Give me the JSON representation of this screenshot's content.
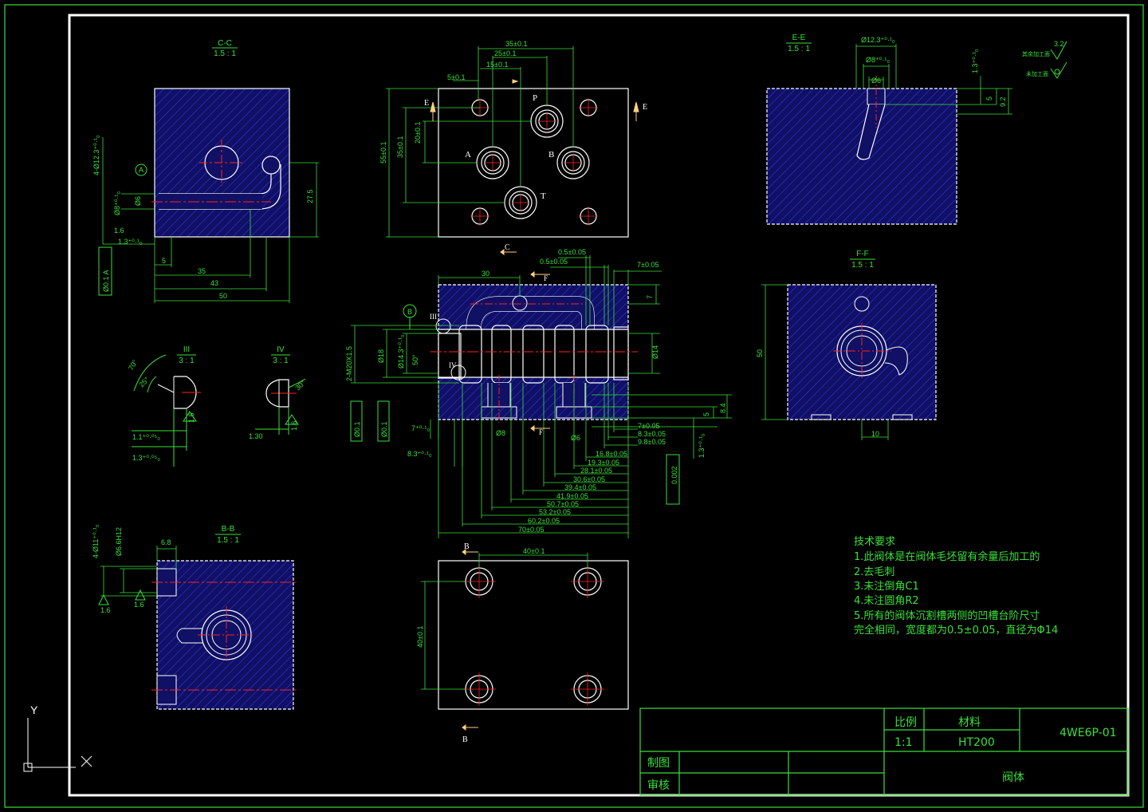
{
  "views": {
    "cc": {
      "title": "C-C",
      "scale": "1.5 : 1",
      "dims": [
        "5",
        "35",
        "43",
        "50",
        "27.5",
        "Ø6",
        "Ø8⁺⁰·¹₀",
        "4-Ø12.3⁺⁰·¹₀",
        "1.3⁺⁰·¹₀",
        "1.6",
        "A",
        "Ø0.1 A"
      ]
    },
    "top": {
      "dims": [
        "35±0.1",
        "25±0.1",
        "15±0.1",
        "5±0.1",
        "55±0.1",
        "35±0.1",
        "20±0.1"
      ],
      "ports": [
        "P",
        "A",
        "B",
        "T"
      ],
      "section": [
        "E",
        "E",
        "C"
      ]
    },
    "ee": {
      "title": "E-E",
      "scale": "1.5 : 1",
      "dims": [
        "Ø12.3⁺⁰·¹₀",
        "Ø8⁺⁰·¹₀",
        "Ø6",
        "1.3⁺⁰·¹₀",
        "5",
        "9.2"
      ],
      "finish": [
        "其余加工面",
        "未加工面",
        "3.2"
      ]
    },
    "ff": {
      "title": "F-F",
      "scale": "1.5 : 1",
      "dims": [
        "50",
        "10"
      ]
    },
    "iii": {
      "title": "III",
      "scale": "3 : 1",
      "dims": [
        "70°",
        "25°",
        "1.6",
        "1.1⁺⁰·⁰⁵₀",
        "1.3⁺⁰·⁰⁵₀"
      ]
    },
    "iv": {
      "title": "IV",
      "scale": "3 : 1",
      "dims": [
        "30°",
        "1.6",
        "1.30"
      ]
    },
    "bb": {
      "title": "B-B",
      "scale": "1.5 : 1",
      "dims": [
        "4-Ø11⁺⁰·¹₀",
        "Ø6.6H12",
        "6.8",
        "1.6",
        "1.6"
      ],
      "section": [
        "B",
        "B"
      ]
    },
    "main": {
      "top_dims": [
        "30",
        "0.5±0.05",
        "0.5±0.05",
        "7±0.05",
        "7"
      ],
      "left_dims": [
        "2-M20X1.5",
        "Ø18",
        "Ø14.3⁺⁰·¹₀",
        "50°",
        "7⁺⁰·¹₀",
        "8.3⁺⁰·¹₀",
        "Ø0.1",
        "Ø0.1"
      ],
      "right_dims": [
        "Ø14",
        "8.4",
        "5",
        "1.3⁺⁰·¹₀",
        "0.002"
      ],
      "bottom_dims": [
        "7±0.05",
        "8.3±0.05",
        "9.8±0.05",
        "16.8±0.05",
        "19.3±0.05",
        "28.1±0.05",
        "30.6±0.05",
        "39.4±0.05",
        "41.9±0.05",
        "50.7±0.05",
        "53.2±0.05",
        "60.2±0.05",
        "70±0.05",
        "Ø8",
        "Ø6"
      ],
      "markers": [
        "B",
        "III",
        "IV",
        "F",
        "F"
      ]
    },
    "bottom_plate": {
      "dims": [
        "40±0.1",
        "40±0.1"
      ]
    }
  },
  "requirements": {
    "heading": "技术要求",
    "items": [
      "1.此阀体是在阀体毛坯留有余量后加工的",
      "2.去毛刺",
      "3.未注倒角C1",
      "4.未注圆角R2",
      "5.所有的阀体沉割槽两侧的凹槽台阶尺寸",
      "完全相同，宽度都为0.5±0.05，直径为Φ14"
    ]
  },
  "title_block": {
    "scale_label": "比例",
    "material_label": "材料",
    "scale_value": "1:1",
    "material_value": "HT200",
    "drawing_no": "4WE6P-01",
    "drawn_label": "制图",
    "check_label": "审核",
    "part_name": "阀体"
  },
  "ucs": {
    "x": "X",
    "y": "Y"
  },
  "colors": {
    "background": "#000000",
    "frame": "#3ae03a",
    "part_edge": "#ffffff",
    "center": "#ff2020",
    "hatch": "#2a2aff",
    "section_fill": "#101064",
    "label": "#ffd080"
  }
}
